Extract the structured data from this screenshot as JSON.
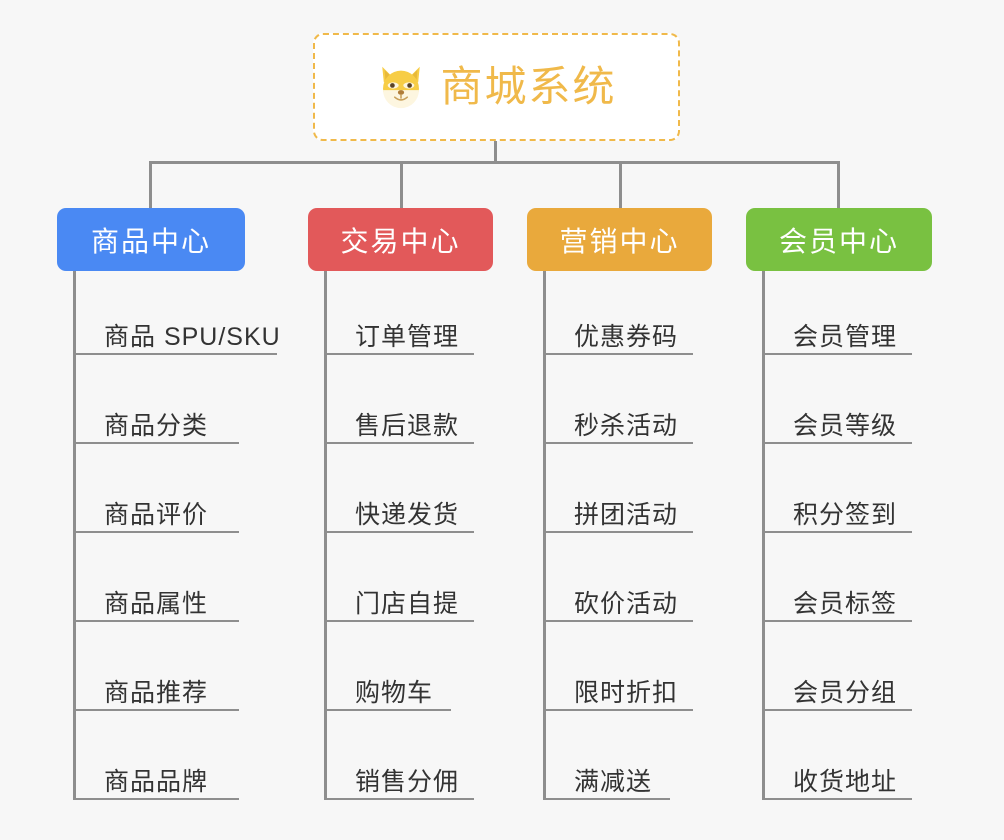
{
  "page": {
    "background_color": "#f7f7f7",
    "connector_color": "#8e8e8e",
    "leaf_text_color": "#333333"
  },
  "root": {
    "title": "商城系统",
    "icon": "shiba-dog-face-emoji",
    "accent_color": "#f0b94a",
    "border_style": "dashed",
    "background_color": "#ffffff"
  },
  "branches": [
    {
      "id": "product-center",
      "label": "商品中心",
      "color": "#4a89f3",
      "items": [
        {
          "label": "商品 SPU/SKU"
        },
        {
          "label": "商品分类"
        },
        {
          "label": "商品评价"
        },
        {
          "label": "商品属性"
        },
        {
          "label": "商品推荐"
        },
        {
          "label": "商品品牌"
        }
      ]
    },
    {
      "id": "trade-center",
      "label": "交易中心",
      "color": "#e2595a",
      "items": [
        {
          "label": "订单管理"
        },
        {
          "label": "售后退款"
        },
        {
          "label": "快递发货"
        },
        {
          "label": "门店自提"
        },
        {
          "label": "购物车"
        },
        {
          "label": "销售分佣"
        }
      ]
    },
    {
      "id": "marketing-center",
      "label": "营销中心",
      "color": "#e9a93c",
      "items": [
        {
          "label": "优惠券码"
        },
        {
          "label": "秒杀活动"
        },
        {
          "label": "拼团活动"
        },
        {
          "label": "砍价活动"
        },
        {
          "label": "限时折扣"
        },
        {
          "label": "满减送"
        }
      ]
    },
    {
      "id": "member-center",
      "label": "会员中心",
      "color": "#79c141",
      "items": [
        {
          "label": "会员管理"
        },
        {
          "label": "会员等级"
        },
        {
          "label": "积分签到"
        },
        {
          "label": "会员标签"
        },
        {
          "label": "会员分组"
        },
        {
          "label": "收货地址"
        }
      ]
    }
  ]
}
